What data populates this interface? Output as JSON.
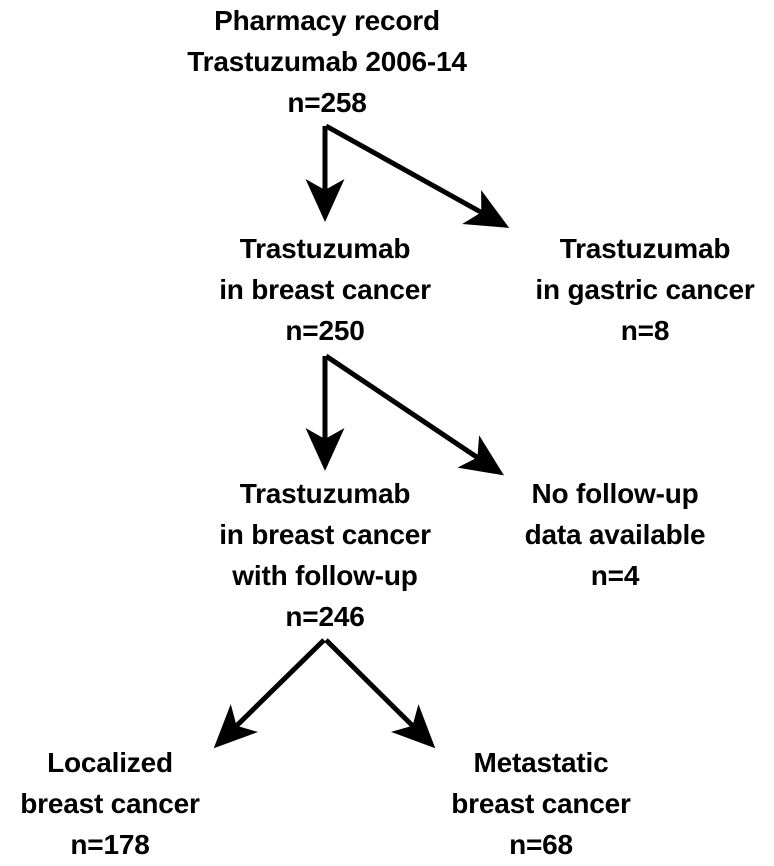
{
  "diagram": {
    "title": "Trastuzumab pharmacy record patient flow",
    "type": "flowchart",
    "stroke_color": "#000000",
    "text_color": "#000000",
    "background_color": "#ffffff",
    "nodes": [
      {
        "id": "root",
        "lines": [
          "Pharmacy record",
          "Trastuzumab 2006-14",
          "n=258"
        ],
        "count": 258
      },
      {
        "id": "breast",
        "lines": [
          "Trastuzumab",
          "in breast cancer",
          "n=250"
        ],
        "count": 250
      },
      {
        "id": "gastric",
        "lines": [
          "Trastuzumab",
          "in gastric cancer",
          "n=8"
        ],
        "count": 8
      },
      {
        "id": "followup",
        "lines": [
          "Trastuzumab",
          "in breast cancer",
          "with follow-up",
          "n=246"
        ],
        "count": 246
      },
      {
        "id": "nofollow",
        "lines": [
          "No follow-up",
          "data available",
          "n=4"
        ],
        "count": 4
      },
      {
        "id": "localized",
        "lines": [
          "Localized",
          "breast cancer",
          "n=178"
        ],
        "count": 178
      },
      {
        "id": "metastatic",
        "lines": [
          "Metastatic",
          "breast cancer",
          "n=68"
        ],
        "count": 68
      }
    ],
    "edges": [
      {
        "id": "root-to-breast",
        "from": "root",
        "to": "breast",
        "shape": "vertical"
      },
      {
        "id": "root-to-gastric",
        "from": "root",
        "to": "gastric",
        "shape": "diagonal-right"
      },
      {
        "id": "breast-to-followup",
        "from": "breast",
        "to": "followup",
        "shape": "vertical"
      },
      {
        "id": "breast-to-nofollow",
        "from": "breast",
        "to": "nofollow",
        "shape": "diagonal-right"
      },
      {
        "id": "followup-to-localized",
        "from": "followup",
        "to": "localized",
        "shape": "diagonal-left"
      },
      {
        "id": "followup-to-metastatic",
        "from": "followup",
        "to": "metastatic",
        "shape": "diagonal-right"
      }
    ]
  }
}
